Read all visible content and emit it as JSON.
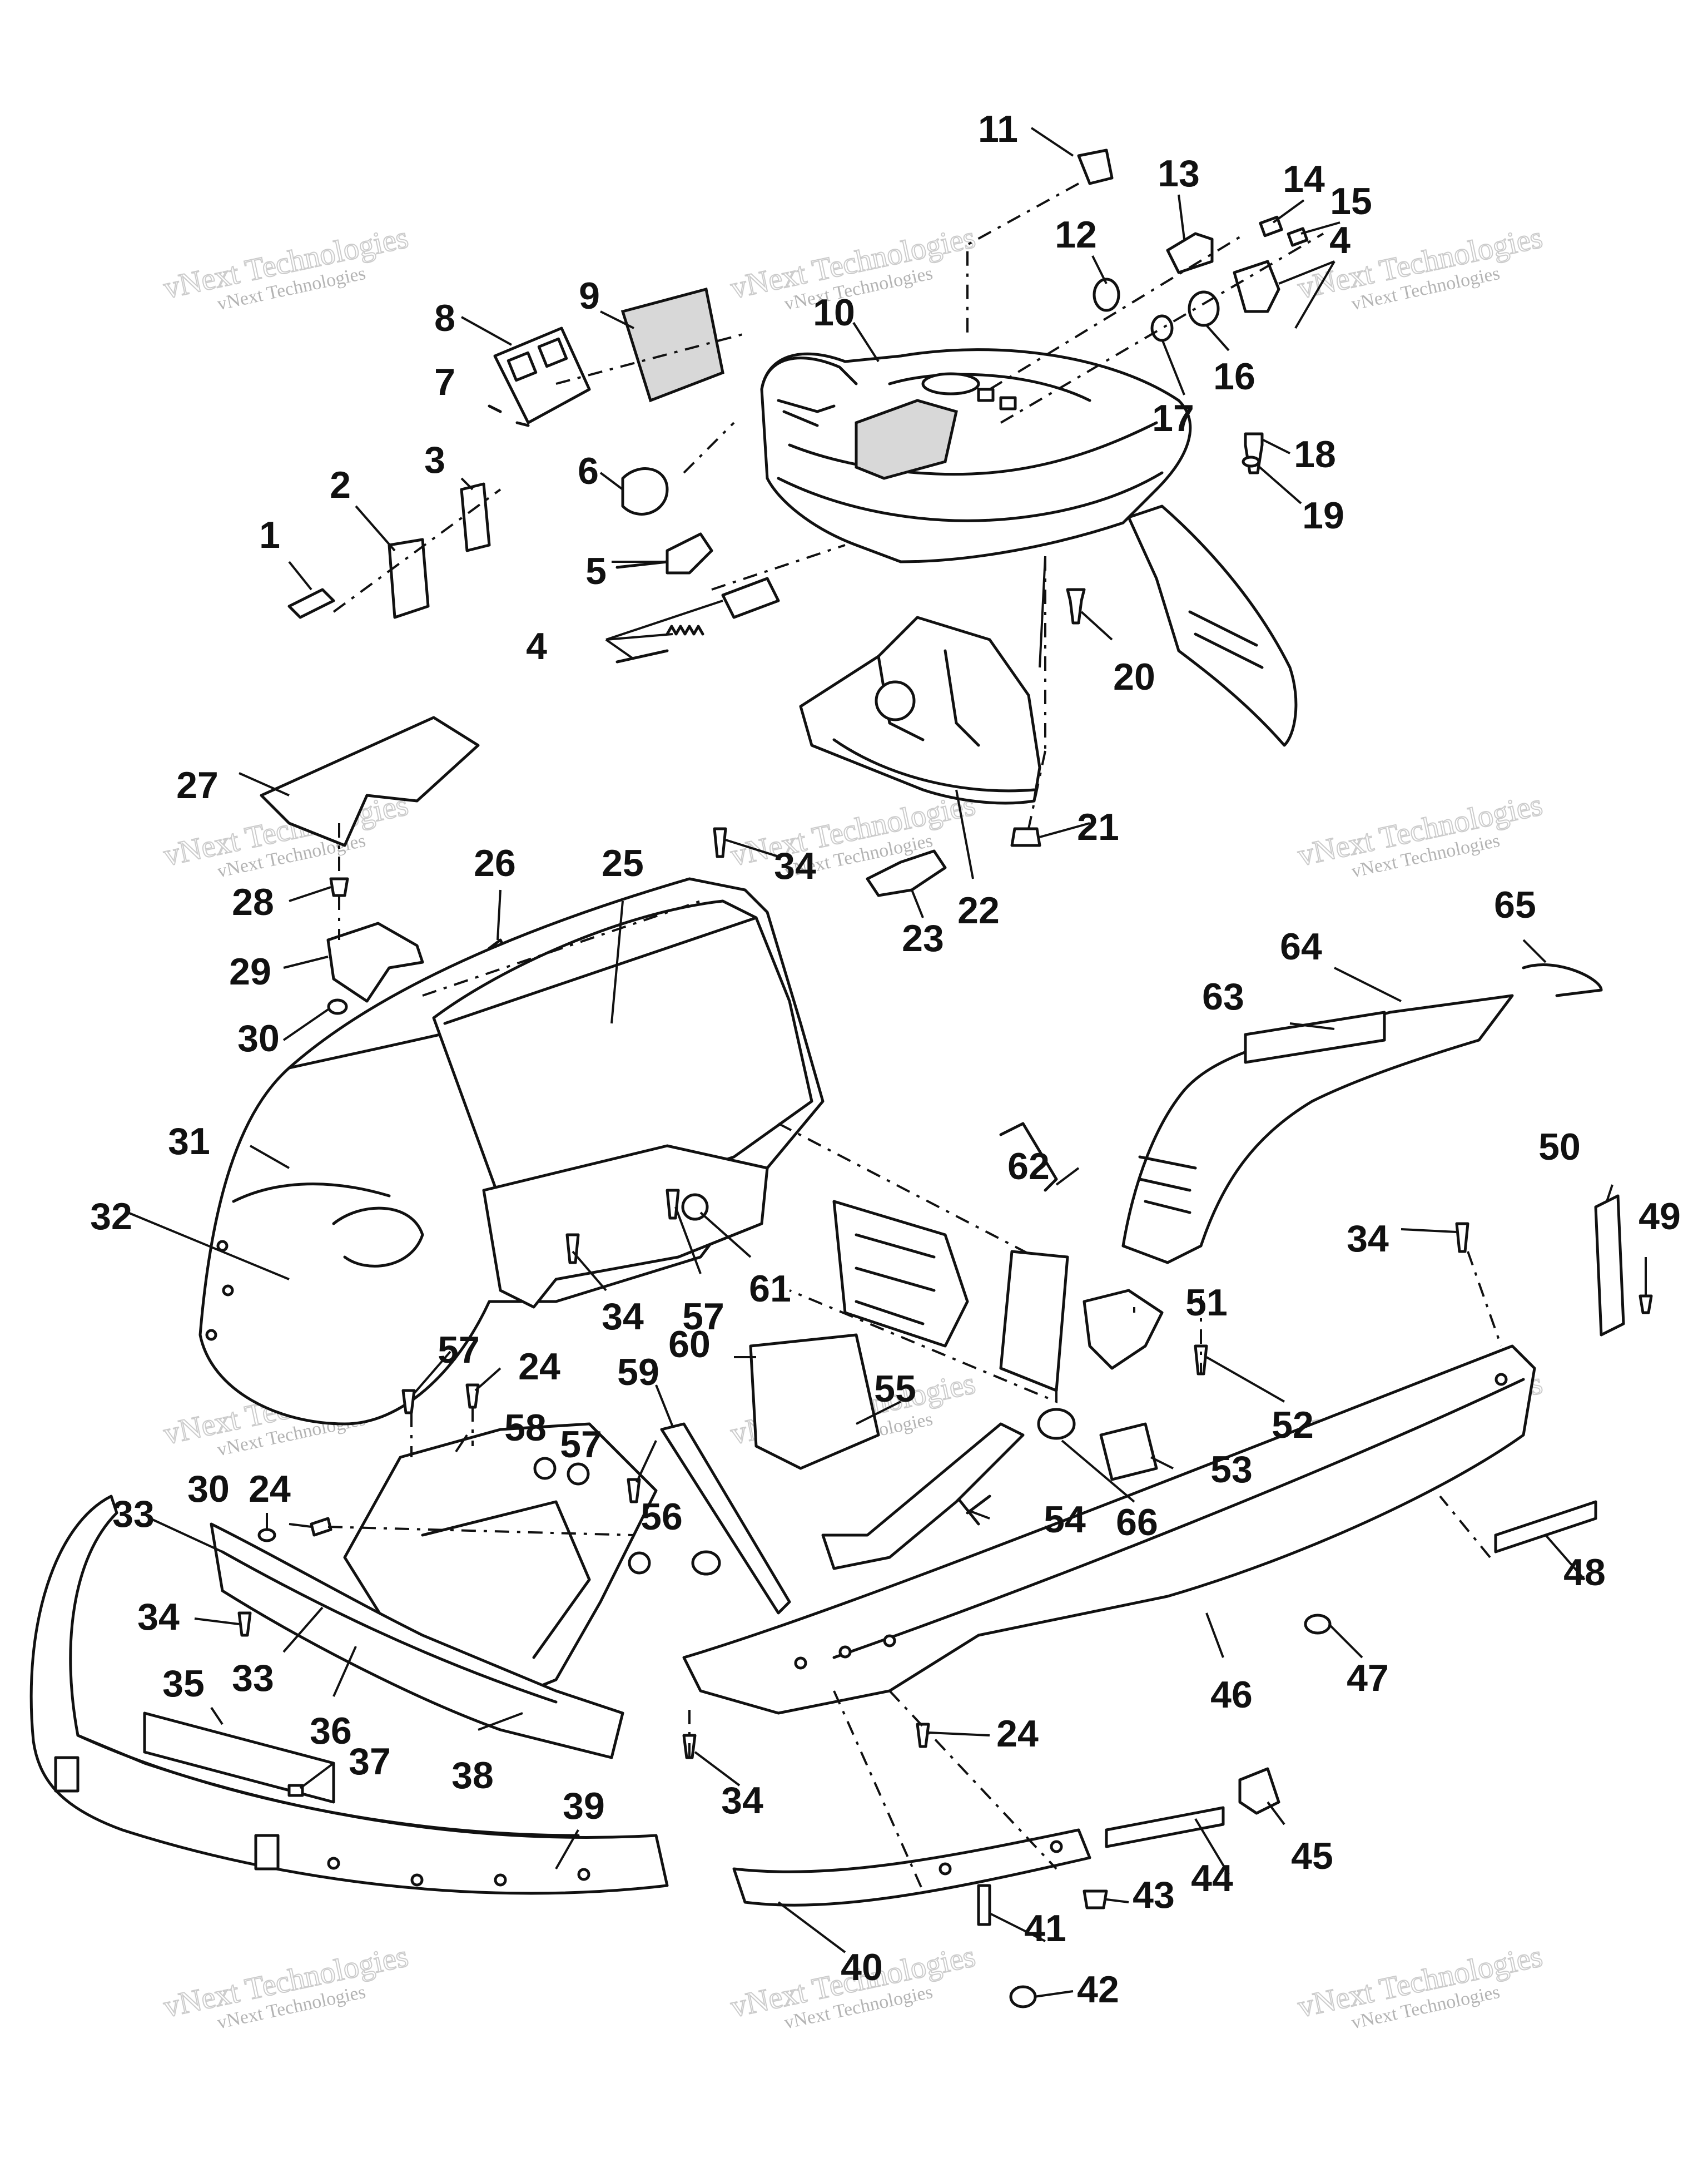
{
  "diagram": {
    "part_numbers": [
      "1",
      "2",
      "3",
      "4",
      "5",
      "6",
      "7",
      "8",
      "9",
      "10",
      "11",
      "12",
      "13",
      "14",
      "15",
      "16",
      "17",
      "18",
      "19",
      "20",
      "21",
      "22",
      "23",
      "24",
      "25",
      "26",
      "27",
      "28",
      "29",
      "30",
      "31",
      "32",
      "33",
      "34",
      "35",
      "36",
      "37",
      "38",
      "39",
      "40",
      "41",
      "42",
      "43",
      "44",
      "45",
      "46",
      "47",
      "48",
      "49",
      "50",
      "51",
      "52",
      "53",
      "54",
      "55",
      "56",
      "57",
      "58",
      "59",
      "60",
      "61",
      "62",
      "63",
      "64",
      "65",
      "66"
    ]
  },
  "callouts": [
    {
      "id": "c1",
      "text": "1"
    },
    {
      "id": "c2",
      "text": "2"
    },
    {
      "id": "c3",
      "text": "3"
    },
    {
      "id": "c4a",
      "text": "4"
    },
    {
      "id": "c4b",
      "text": "4"
    },
    {
      "id": "c5",
      "text": "5"
    },
    {
      "id": "c6",
      "text": "6"
    },
    {
      "id": "c7",
      "text": "7"
    },
    {
      "id": "c8",
      "text": "8"
    },
    {
      "id": "c9",
      "text": "9"
    },
    {
      "id": "c10",
      "text": "10"
    },
    {
      "id": "c11",
      "text": "11"
    },
    {
      "id": "c12",
      "text": "12"
    },
    {
      "id": "c13",
      "text": "13"
    },
    {
      "id": "c14",
      "text": "14"
    },
    {
      "id": "c15",
      "text": "15"
    },
    {
      "id": "c16",
      "text": "16"
    },
    {
      "id": "c17",
      "text": "17"
    },
    {
      "id": "c18",
      "text": "18"
    },
    {
      "id": "c19",
      "text": "19"
    },
    {
      "id": "c20",
      "text": "20"
    },
    {
      "id": "c21",
      "text": "21"
    },
    {
      "id": "c22",
      "text": "22"
    },
    {
      "id": "c23",
      "text": "23"
    },
    {
      "id": "c24a",
      "text": "24"
    },
    {
      "id": "c24b",
      "text": "24"
    },
    {
      "id": "c24c",
      "text": "24"
    },
    {
      "id": "c25",
      "text": "25"
    },
    {
      "id": "c26",
      "text": "26"
    },
    {
      "id": "c27",
      "text": "27"
    },
    {
      "id": "c28",
      "text": "28"
    },
    {
      "id": "c29",
      "text": "29"
    },
    {
      "id": "c30a",
      "text": "30"
    },
    {
      "id": "c30b",
      "text": "30"
    },
    {
      "id": "c31",
      "text": "31"
    },
    {
      "id": "c32",
      "text": "32"
    },
    {
      "id": "c33a",
      "text": "33"
    },
    {
      "id": "c33b",
      "text": "33"
    },
    {
      "id": "c34a",
      "text": "34"
    },
    {
      "id": "c34b",
      "text": "34"
    },
    {
      "id": "c34c",
      "text": "34"
    },
    {
      "id": "c34d",
      "text": "34"
    },
    {
      "id": "c34e",
      "text": "34"
    },
    {
      "id": "c35",
      "text": "35"
    },
    {
      "id": "c36",
      "text": "36"
    },
    {
      "id": "c37",
      "text": "37"
    },
    {
      "id": "c38",
      "text": "38"
    },
    {
      "id": "c39",
      "text": "39"
    },
    {
      "id": "c40",
      "text": "40"
    },
    {
      "id": "c41",
      "text": "41"
    },
    {
      "id": "c42",
      "text": "42"
    },
    {
      "id": "c43",
      "text": "43"
    },
    {
      "id": "c44",
      "text": "44"
    },
    {
      "id": "c45",
      "text": "45"
    },
    {
      "id": "c46",
      "text": "46"
    },
    {
      "id": "c47",
      "text": "47"
    },
    {
      "id": "c48",
      "text": "48"
    },
    {
      "id": "c49",
      "text": "49"
    },
    {
      "id": "c50",
      "text": "50"
    },
    {
      "id": "c51",
      "text": "51"
    },
    {
      "id": "c52",
      "text": "52"
    },
    {
      "id": "c53",
      "text": "53"
    },
    {
      "id": "c54",
      "text": "54"
    },
    {
      "id": "c55",
      "text": "55"
    },
    {
      "id": "c56",
      "text": "56"
    },
    {
      "id": "c57a",
      "text": "57"
    },
    {
      "id": "c57b",
      "text": "57"
    },
    {
      "id": "c57c",
      "text": "57"
    },
    {
      "id": "c58",
      "text": "58"
    },
    {
      "id": "c59",
      "text": "59"
    },
    {
      "id": "c60",
      "text": "60"
    },
    {
      "id": "c61",
      "text": "61"
    },
    {
      "id": "c62",
      "text": "62"
    },
    {
      "id": "c63",
      "text": "63"
    },
    {
      "id": "c64",
      "text": "64"
    },
    {
      "id": "c65",
      "text": "65"
    },
    {
      "id": "c66",
      "text": "66"
    }
  ],
  "watermark": {
    "line1": "vNext Technologies",
    "line2": "vNext Technologies"
  }
}
